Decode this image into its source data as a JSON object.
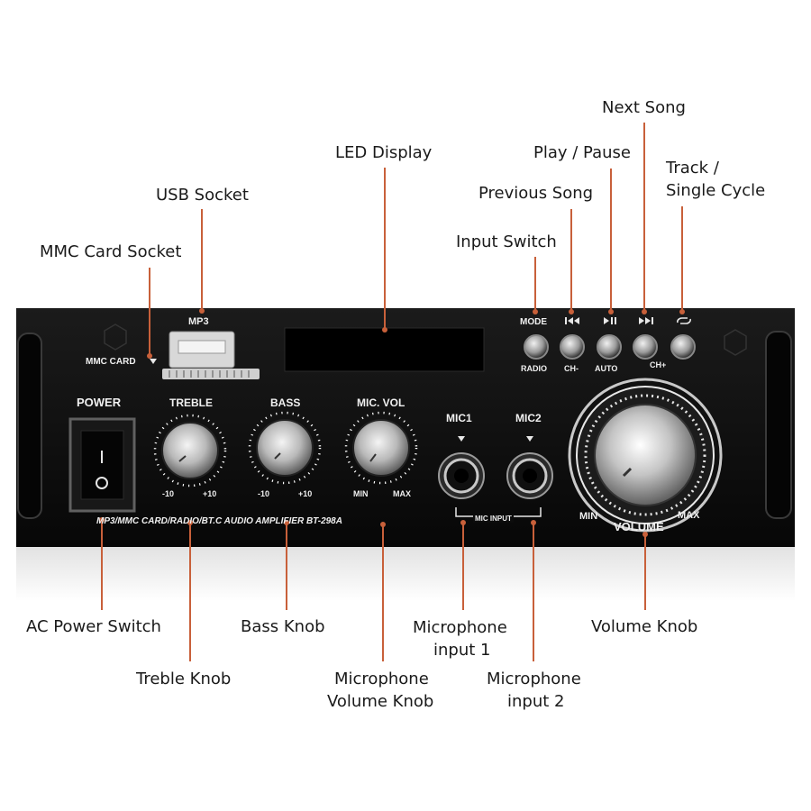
{
  "callouts": {
    "mmc_card_socket": "MMC Card Socket",
    "usb_socket": "USB Socket",
    "led_display": "LED Display",
    "input_switch": "Input Switch",
    "previous_song": "Previous Song",
    "play_pause": "Play / Pause",
    "next_song": "Next Song",
    "track_cycle_line1": "Track /",
    "track_cycle_line2": "Single Cycle",
    "ac_power_switch": "AC Power Switch",
    "treble_knob": "Treble Knob",
    "bass_knob": "Bass Knob",
    "mic_volume_knob_line1": "Microphone",
    "mic_volume_knob_line2": "Volume Knob",
    "mic_input1_line1": "Microphone",
    "mic_input1_line2": "input 1",
    "mic_input2_line1": "Microphone",
    "mic_input2_line2": "input 2",
    "volume_knob": "Volume Knob"
  },
  "panel": {
    "mp3": "MP3",
    "mmc_card": "MMC CARD",
    "power": "POWER",
    "treble": "TREBLE",
    "bass": "BASS",
    "mic_vol": "MIC. VOL",
    "minus10": "-10",
    "plus10": "+10",
    "min": "MIN",
    "max": "MAX",
    "mic1": "MIC1",
    "mic2": "MIC2",
    "mic_input": "MIC INPUT",
    "mode": "MODE",
    "radio": "RADIO",
    "ch_minus": "CH-",
    "auto": "AUTO",
    "ch_plus": "CH+",
    "volume": "VOLUME",
    "model_text": "MP3/MMC CARD/RADIO/BT.C AUDIO AMPLIFIER BT-298A"
  },
  "colors": {
    "leader": "#c8603a",
    "panel": "#0e0e0e",
    "text": "#1a1a1a"
  }
}
